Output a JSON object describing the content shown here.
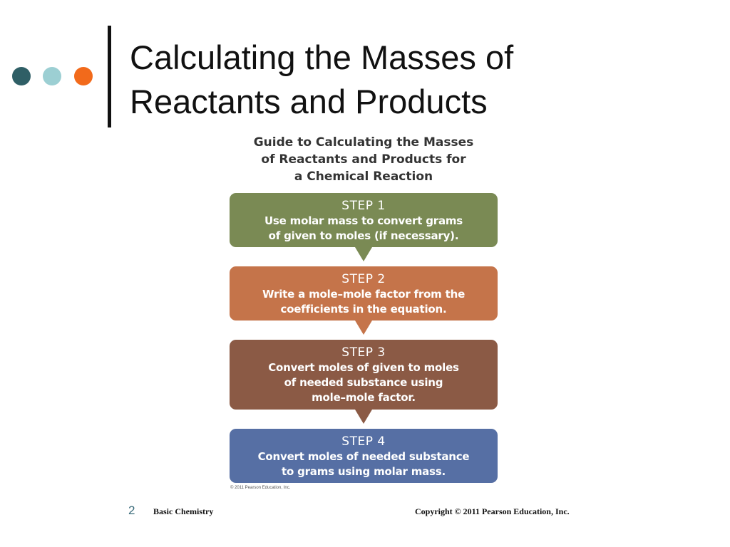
{
  "slide": {
    "title_lines": [
      "Calculating the Masses of",
      "Reactants and Products"
    ],
    "accent_dots": [
      "#2f5f66",
      "#9ccfd3",
      "#f26a1b"
    ]
  },
  "figure": {
    "heading_lines": [
      "Guide to Calculating the Masses",
      "of Reactants and Products for",
      "a Chemical Reaction"
    ],
    "steps": [
      {
        "label": "STEP 1",
        "lines": [
          "Use molar mass to convert grams",
          "of given to moles (if necessary)."
        ],
        "color": "#7a8a54"
      },
      {
        "label": "STEP 2",
        "lines": [
          "Write a mole–mole factor from the",
          "coefficients in the equation."
        ],
        "color": "#c5744a"
      },
      {
        "label": "STEP 3",
        "lines": [
          "Convert moles of given to moles",
          "of needed substance using",
          "mole–mole factor."
        ],
        "color": "#8b5a45"
      },
      {
        "label": "STEP 4",
        "lines": [
          "Convert moles of needed substance",
          "to grams using molar mass."
        ],
        "color": "#566fa4"
      }
    ],
    "credit": "© 2011 Pearson Education, Inc."
  },
  "footer": {
    "page_number": "2",
    "course": "Basic Chemistry",
    "copyright": "Copyright © 2011 Pearson Education, Inc."
  }
}
